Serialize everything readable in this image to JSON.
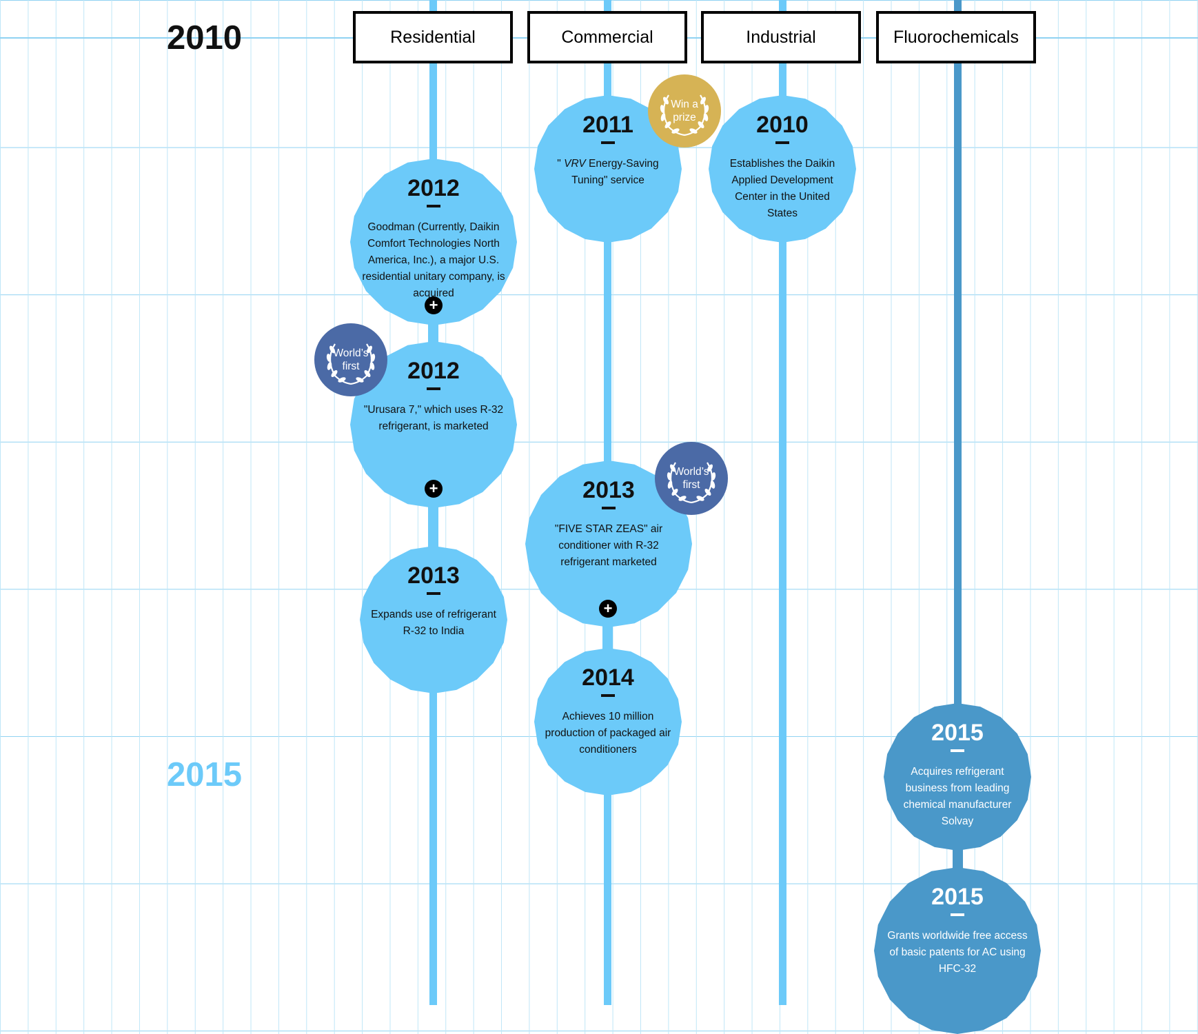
{
  "year_markers": {
    "y2010": "2010",
    "y2015": "2015"
  },
  "colors": {
    "light_blue": "#6ccaf9",
    "dark_blue": "#4a98c9",
    "badge_navy": "#4b6aa6",
    "badge_gold": "#d6b355",
    "marker_2015": "#6ccaf9"
  },
  "categories": [
    {
      "id": "residential",
      "label": "Residential"
    },
    {
      "id": "commercial",
      "label": "Commercial"
    },
    {
      "id": "industrial",
      "label": "Industrial"
    },
    {
      "id": "fluorochemicals",
      "label": "Fluorochemicals"
    }
  ],
  "events": [
    {
      "id": "res-2012-goodman",
      "year": "2012",
      "text": "Goodman (Currently, Daikin Comfort Technologies North America, Inc.), a major U.S. residential unitary company, is acquired",
      "has_more": true,
      "style": "light"
    },
    {
      "id": "res-2012-urusara",
      "year": "2012",
      "text": "\"Urusara 7,\" which uses R-32 refrigerant, is marketed",
      "has_more": true,
      "style": "light",
      "badge": "World’s first"
    },
    {
      "id": "res-2013-india",
      "year": "2013",
      "text": "Expands use of refrigerant R-32 to India",
      "has_more": false,
      "style": "light"
    },
    {
      "id": "com-2011-vrv",
      "year": "2011",
      "text_italic": "VRV",
      "text": " Energy-Saving Tuning\" service",
      "text_prefix": "\" ",
      "has_more": false,
      "style": "light",
      "badge": "Win a prize"
    },
    {
      "id": "com-2013-zeas",
      "year": "2013",
      "text": "\"FIVE STAR ZEAS\" air conditioner with R-32 refrigerant marketed",
      "has_more": true,
      "style": "light",
      "badge": "World’s first"
    },
    {
      "id": "com-2014-10m",
      "year": "2014",
      "text": "Achieves 10 million production of packaged air conditioners",
      "has_more": false,
      "style": "light"
    },
    {
      "id": "ind-2010-center",
      "year": "2010",
      "text": "Establishes the Daikin Applied Development Center in the United States",
      "has_more": false,
      "style": "light"
    },
    {
      "id": "flu-2015-solvay",
      "year": "2015",
      "text": "Acquires refrigerant business from leading chemical manufacturer Solvay",
      "has_more": false,
      "style": "dark"
    },
    {
      "id": "flu-2015-patents",
      "year": "2015",
      "text": "Grants worldwide free access of basic patents for AC using HFC-32",
      "has_more": true,
      "style": "dark"
    }
  ],
  "expand_symbol": "+"
}
